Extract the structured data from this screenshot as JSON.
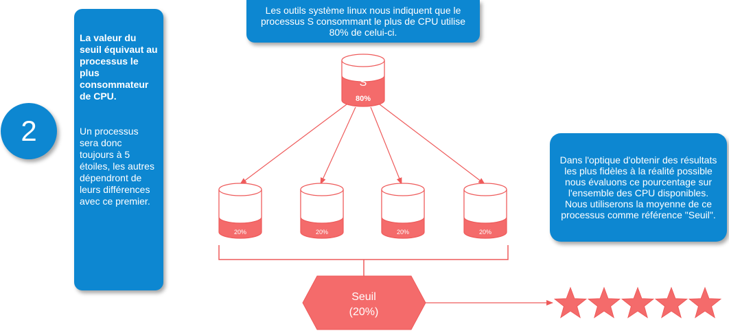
{
  "step": {
    "number": "2"
  },
  "left_panel": {
    "bold_text": "La valeur du seuil équivaut au processus le plus consommateur de CPU.",
    "text": "Un processus sera donc toujours à 5 étoiles, les autres dépendront de leurs différences avec ce premier."
  },
  "top_callout": {
    "text": "Les outils système linux nous indiquent que le processus S consommant le plus de CPU utilise 80% de celui-ci."
  },
  "right_callout": {
    "text": "Dans l'optique d'obtenir des résultats les plus fidèles à la réalité possible nous évaluons ce pourcentage sur l'ensemble des CPU disponibles. Nous utiliserons la moyenne de ce processus comme référence \"Seuil\"."
  },
  "main_process": {
    "name": "S",
    "percent": "80%"
  },
  "cpus": [
    {
      "percent": "20%"
    },
    {
      "percent": "20%"
    },
    {
      "percent": "20%"
    },
    {
      "percent": "20%"
    }
  ],
  "threshold": {
    "line1": "Seuil",
    "line2": "(20%)"
  },
  "rating": {
    "stars": 5,
    "max": 5
  },
  "colors": {
    "blue": "#0d87d1",
    "red": "#f46b6b",
    "stroke": "#ee5a5a"
  }
}
